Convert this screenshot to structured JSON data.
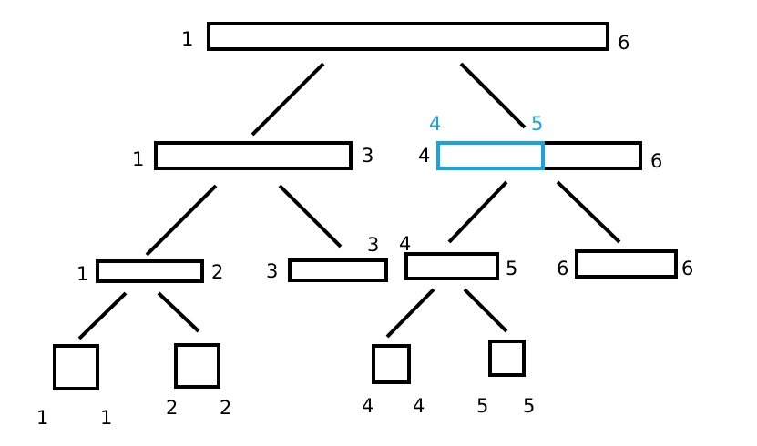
{
  "colors": {
    "line": "#000000",
    "highlight": "#1aa3e3",
    "background": "#ffffff"
  },
  "tree": {
    "root": {
      "left": "1",
      "right": "6"
    },
    "level1_left": {
      "left": "1",
      "right": "3"
    },
    "level1_right": {
      "left": "4",
      "right": "6"
    },
    "level2_a": {
      "left": "1",
      "right": "2"
    },
    "level2_b": {
      "left": "3",
      "right": "3"
    },
    "level2_c": {
      "left": "4",
      "right": "5"
    },
    "level2_d": {
      "left": "6",
      "right": "6"
    },
    "leaf_1": {
      "left": "1",
      "right": "1"
    },
    "leaf_2": {
      "left": "2",
      "right": "2"
    },
    "leaf_4": {
      "left": "4",
      "right": "4"
    },
    "leaf_5": {
      "left": "5",
      "right": "5"
    }
  },
  "highlight": {
    "left": "4",
    "right": "5"
  }
}
